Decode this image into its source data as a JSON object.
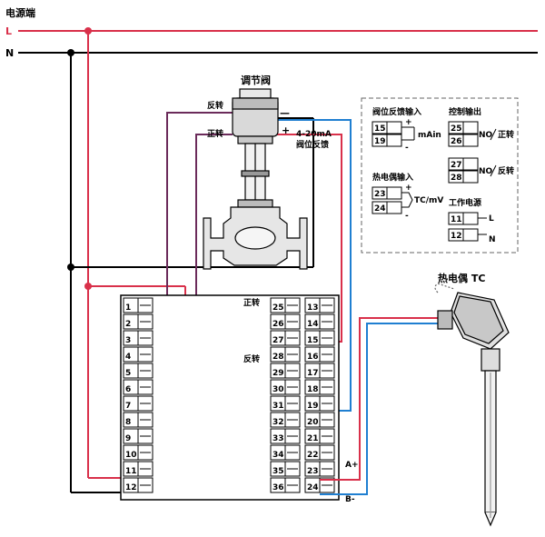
{
  "power": {
    "title": "电源端",
    "l": "L",
    "n": "N"
  },
  "valve": {
    "title": "调节阀",
    "reverse": "反转",
    "forward": "正转",
    "minus": "—",
    "plus": "+",
    "signal_line1": "4-20mA",
    "signal_line2": "阀位反馈"
  },
  "legend": {
    "feedback_title": "阀位反馈输入",
    "feedback_terms": [
      "15",
      "19"
    ],
    "feedback_plus": "+",
    "feedback_minus": "-",
    "feedback_unit": "mAin",
    "control_title": "控制输出",
    "control_pair1": [
      "25",
      "26"
    ],
    "control_pair2": [
      "27",
      "28"
    ],
    "no_label": "NO",
    "forward": "正转",
    "reverse": "反转",
    "tc_title": "热电偶输入",
    "tc_terms": [
      "23",
      "24"
    ],
    "tc_plus": "+",
    "tc_minus": "-",
    "tc_unit": "TC/mV",
    "power_title": "工作电源",
    "power_terms": [
      "11",
      "12"
    ],
    "power_l": "L",
    "power_n": "N"
  },
  "controller": {
    "left_terms": [
      "1",
      "2",
      "3",
      "4",
      "5",
      "6",
      "7",
      "8",
      "9",
      "10",
      "11",
      "12"
    ],
    "mid_terms": [
      "25",
      "26",
      "27",
      "28",
      "29",
      "30",
      "31",
      "32",
      "33",
      "34",
      "35",
      "36"
    ],
    "right_terms": [
      "13",
      "14",
      "15",
      "16",
      "17",
      "18",
      "19",
      "20",
      "21",
      "22",
      "23",
      "24"
    ],
    "label_forward": "正转",
    "label_reverse": "反转",
    "a_plus": "A+",
    "b_minus": "B-"
  },
  "thermocouple": {
    "title": "热电偶 TC"
  },
  "colors": {
    "red": "#d9304a",
    "purple": "#6b2b5a",
    "blue": "#1f7fd1",
    "black": "#000000"
  }
}
